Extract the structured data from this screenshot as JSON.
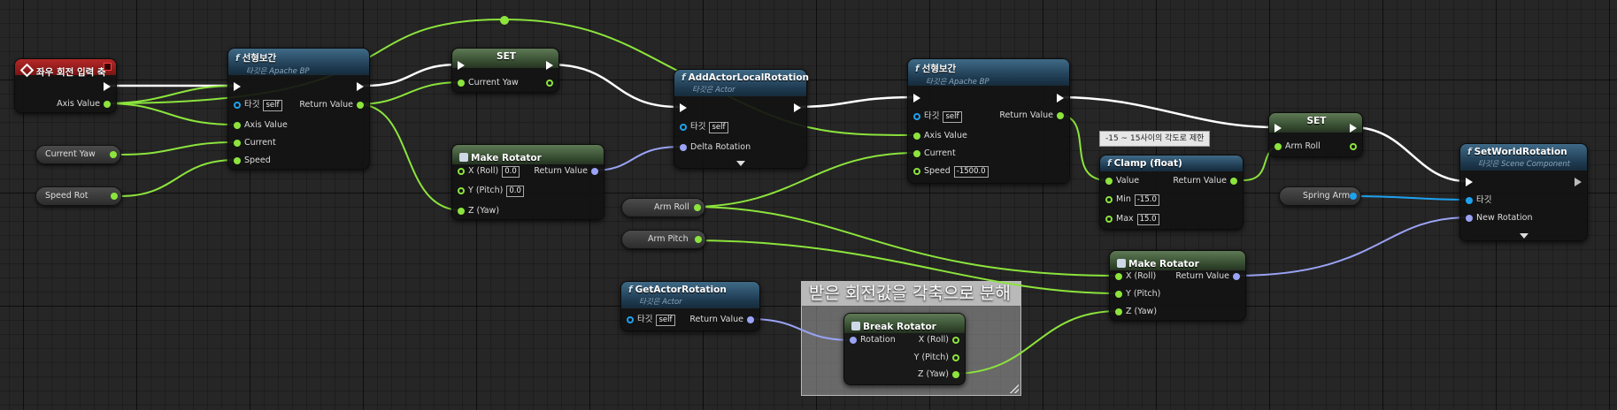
{
  "icons": {
    "function": "function-icon",
    "struct": "struct-icon",
    "event": "event-diamond-icon",
    "exec": "exec-arrow-icon",
    "expand": "chevron-down-icon"
  },
  "colors": {
    "float_pin": "#8ce43c",
    "struct_pin": "#9aa3f5",
    "object_pin": "#1ea2f0",
    "exec_wire": "#ffffff",
    "event_header": "#b52828",
    "function_header": "#3f6a87",
    "set_header": "#5e7a55"
  },
  "event": {
    "title": "좌우 회전 입력 축",
    "axis_value": "Axis Value"
  },
  "lerp1": {
    "title": "선형보간",
    "subtitle": "타깃은 Apache BP",
    "target": "타깃",
    "self": "self",
    "axis_value": "Axis Value",
    "current": "Current",
    "speed": "Speed",
    "return": "Return Value"
  },
  "vars": {
    "current_yaw": "Current Yaw",
    "speed_rot": "Speed Rot",
    "arm_roll": "Arm Roll",
    "arm_pitch": "Arm Pitch",
    "spring_arm": "Spring Arm"
  },
  "set1": {
    "title": "SET",
    "pin": "Current Yaw"
  },
  "make_rot1": {
    "title": "Make Rotator",
    "x": "X (Roll)",
    "x_val": "0.0",
    "y": "Y (Pitch)",
    "y_val": "0.0",
    "z": "Z (Yaw)",
    "return": "Return Value"
  },
  "add_actor": {
    "title": "AddActorLocalRotation",
    "subtitle": "타깃은 Actor",
    "target": "타깃",
    "self": "self",
    "delta": "Delta Rotation"
  },
  "lerp2": {
    "title": "선형보간",
    "subtitle": "타깃은 Apache BP",
    "target": "타깃",
    "self": "self",
    "axis_value": "Axis Value",
    "current": "Current",
    "speed": "Speed",
    "speed_val": "-1500.0",
    "return": "Return Value"
  },
  "tooltip": "-15 ~ 15사이의 각도로 제한",
  "clamp": {
    "title": "Clamp (float)",
    "value": "Value",
    "min": "Min",
    "min_val": "-15.0",
    "max": "Max",
    "max_val": "15.0",
    "return": "Return Value"
  },
  "set2": {
    "title": "SET",
    "pin": "Arm Roll"
  },
  "set_world": {
    "title": "SetWorldRotation",
    "subtitle": "타깃은 Scene Component",
    "target": "타깃",
    "new_rot": "New Rotation"
  },
  "make_rot2": {
    "title": "Make Rotator",
    "x": "X (Roll)",
    "y": "Y (Pitch)",
    "z": "Z (Yaw)",
    "return": "Return Value"
  },
  "get_actor": {
    "title": "GetActorRotation",
    "subtitle": "타깃은 Actor",
    "target": "타깃",
    "self": "self",
    "return": "Return Value"
  },
  "comment": "받은 회전값을 각축으로 분해",
  "break_rot": {
    "title": "Break Rotator",
    "rotation": "Rotation",
    "x": "X (Roll)",
    "y": "Y (Pitch)",
    "z": "Z (Yaw)"
  }
}
